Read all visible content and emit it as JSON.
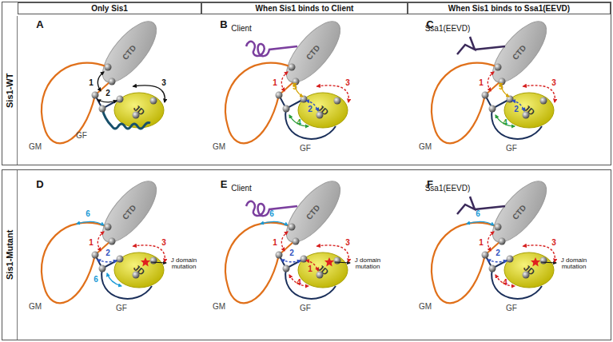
{
  "diagram": {
    "nodes": [
      {
        "text": [
          "Sis1-WT"
        ]
      },
      {
        "text": [
          "Only Sis1"
        ],
        "in": 0
      },
      {
        "text": [
          "When Sis1 binds to Client"
        ],
        "in": 0
      },
      {
        "text": [
          "When Sis1 binds to Ssa1(EEVD)"
        ],
        "in": 0
      },
      {
        "text": [
          "CTD"
        ],
        "in": 0
      },
      {
        "text": [
          "JD"
        ],
        "in": 0
      },
      {
        "text": [
          "CTD"
        ],
        "in": 0
      },
      {
        "text": [
          "JD"
        ],
        "in": 0
      },
      {
        "text": [
          "CTD"
        ],
        "in": 0
      },
      {
        "text": [
          "JD"
        ],
        "in": 0
      },
      {
        "text": [
          "Sis1-Mutant"
        ]
      },
      {
        "text": [
          "CTD"
        ],
        "in": 10
      },
      {
        "text": [
          "JD"
        ],
        "in": 10
      },
      {
        "text": [
          "CTD"
        ],
        "in": 10
      },
      {
        "text": [
          "JD"
        ],
        "in": 10
      },
      {
        "text": [
          "CTD"
        ],
        "in": 10
      },
      {
        "text": [
          "JD"
        ],
        "in": 10
      }
    ],
    "edges": [
      {
        "from": 4,
        "to": 5,
        "label": "3",
        "arrow": "both"
      },
      {
        "from": 6,
        "to": 7,
        "label": "3",
        "arrow": "both"
      },
      {
        "from": 8,
        "to": 9,
        "label": "3",
        "arrow": "both"
      },
      {
        "from": 11,
        "to": 12,
        "label": "3",
        "arrow": "both"
      },
      {
        "from": 13,
        "to": 14,
        "label": "3",
        "arrow": "both"
      },
      {
        "from": 15,
        "to": 16,
        "label": "3",
        "arrow": "both"
      }
    ],
    "labels": [
      "A",
      "1",
      "2",
      "GM",
      "GF",
      "B",
      "Client",
      "1",
      "5",
      "2",
      "4",
      "GM",
      "GF",
      "C",
      "Ssa1(EEVD)",
      "1",
      "5",
      "2",
      "4",
      "GM",
      "GF",
      "D",
      "6",
      "1",
      "2",
      "6",
      "J domain mutation",
      "GM",
      "GF",
      "E",
      "Client",
      "6",
      "1",
      "2",
      "1",
      "4",
      "J domain mutation",
      "GM",
      "GF",
      "F",
      "Ssa1(EEVD)",
      "6",
      "1",
      "2",
      "4",
      "J domain mutation",
      "GM",
      "GF"
    ]
  }
}
